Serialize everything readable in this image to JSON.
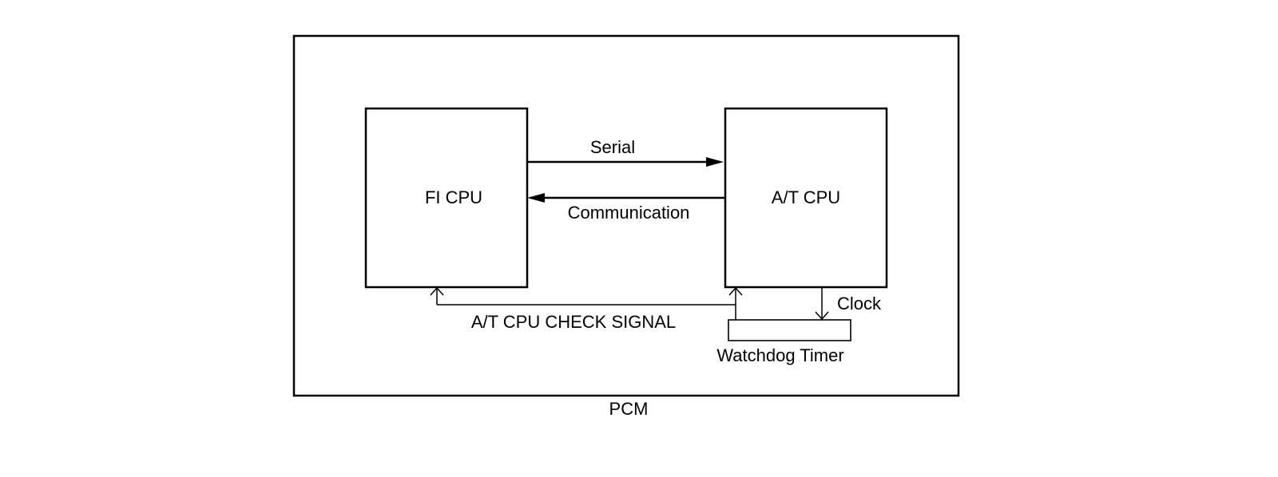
{
  "diagram": {
    "pcm_label": "PCM",
    "fi_cpu_label": "FI CPU",
    "at_cpu_label": "A/T CPU",
    "serial_label": "Serial",
    "communication_label": "Communication",
    "check_signal_label": "A/T CPU CHECK SIGNAL",
    "clock_label": "Clock",
    "watchdog_label": "Watchdog Timer"
  }
}
